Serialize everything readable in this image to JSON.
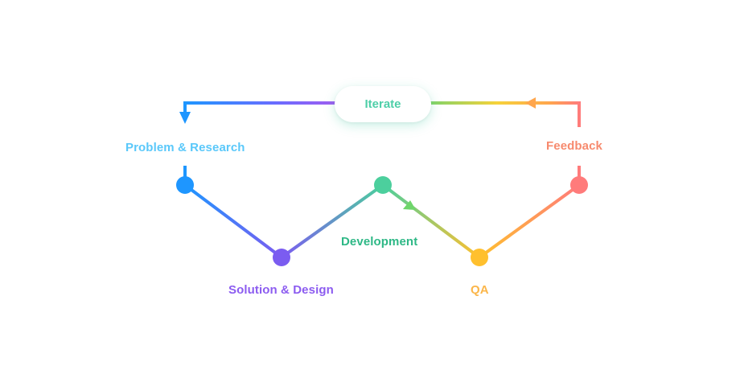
{
  "iterate": {
    "label": "Iterate",
    "color": "#4ecfa8"
  },
  "steps": [
    {
      "label": "Problem & Research",
      "color": "#5ac8fa",
      "node_color": "#1e96ff"
    },
    {
      "label": "Solution & Design",
      "color": "#8c5cf0",
      "node_color": "#7b5cf0"
    },
    {
      "label": "Development",
      "color": "#2eb886",
      "node_color": "#4ccf9d"
    },
    {
      "label": "QA",
      "color": "#fbb64a",
      "node_color": "#ffc02e"
    },
    {
      "label": "Feedback",
      "color": "#f78a6e",
      "node_color": "#ff7b7b"
    }
  ]
}
